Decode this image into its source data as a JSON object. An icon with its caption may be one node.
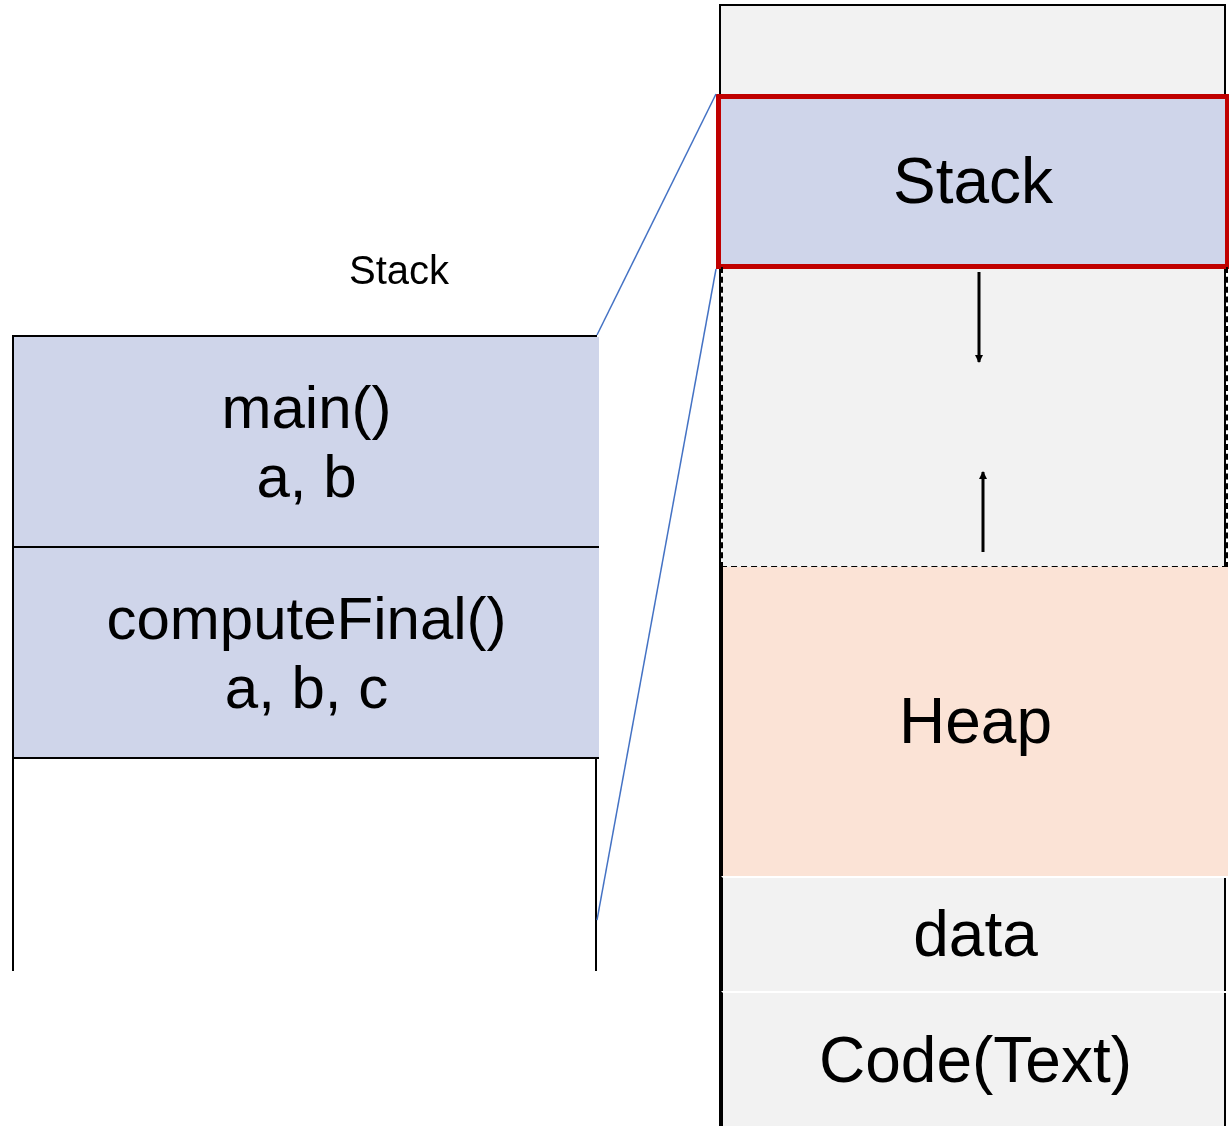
{
  "diagram": {
    "nodes": [
      {
        "text": [
          "Stack"
        ]
      },
      {
        "text": [
          "main()",
          "a, b"
        ],
        "in": 0
      },
      {
        "text": [
          "computeFinal()",
          "a, b, c"
        ],
        "in": 0
      },
      {
        "text": [],
        "shape": "box"
      },
      {
        "text": [
          "Stack"
        ],
        "in": 3
      },
      {
        "text": [],
        "shape": "box",
        "in": 3
      },
      {
        "text": [
          "Heap"
        ],
        "in": 3
      },
      {
        "text": [
          "data"
        ],
        "in": 3
      },
      {
        "text": [
          "Code(Text)"
        ],
        "in": 3
      }
    ],
    "edges": [
      {
        "from": 4,
        "to": 0,
        "arrow": "none",
        "color": "#4472c4"
      },
      {
        "from": 4,
        "to": 0,
        "arrow": "none",
        "color": "#4472c4"
      }
    ]
  }
}
